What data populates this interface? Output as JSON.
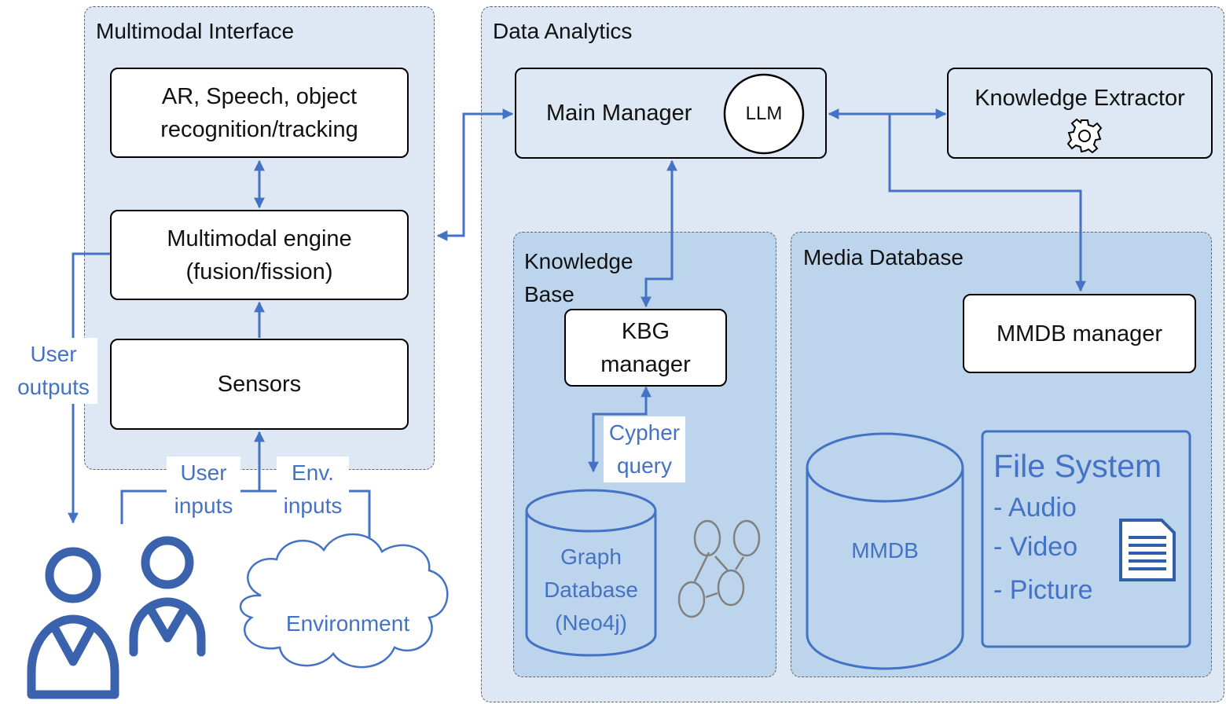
{
  "panels": {
    "multimodal_interface": "Multimodal Interface",
    "data_analytics": "Data Analytics",
    "knowledge_base": "Knowledge\nBase",
    "media_database": "Media Database"
  },
  "boxes": {
    "ar_speech_line1": "AR, Speech, object",
    "ar_speech_line2": "recognition/tracking",
    "engine_line1": "Multimodal engine",
    "engine_line2": "(fusion/fission)",
    "sensors": "Sensors",
    "main_manager": "Main Manager",
    "llm": "LLM",
    "knowledge_extractor": "Knowledge Extractor",
    "kbg_line1": "KBG",
    "kbg_line2": "manager",
    "mmdb_manager": "MMDB manager"
  },
  "labels": {
    "user_outputs_line1": "User",
    "user_outputs_line2": "outputs",
    "user_inputs_line1": "User",
    "user_inputs_line2": "inputs",
    "env_inputs_line1": "Env.",
    "env_inputs_line2": "inputs",
    "cypher_line1": "Cypher",
    "cypher_line2": "query",
    "graph_db_line1": "Graph",
    "graph_db_line2": "Database",
    "graph_db_line3": "(Neo4j)",
    "mmdb": "MMDB",
    "environment": "Environment"
  },
  "file_system": {
    "title": "File System",
    "items": [
      "- Audio",
      "- Video",
      "- Picture"
    ]
  },
  "icons": {
    "gear": "gear-icon",
    "graph": "graph-network-icon",
    "document": "document-icon",
    "users": "users-icon",
    "cloud": "cloud-icon"
  },
  "colors": {
    "arrow": "#4472c4",
    "outer_panel": "#dde8f4",
    "inner_panel": "#bdd5ec"
  }
}
